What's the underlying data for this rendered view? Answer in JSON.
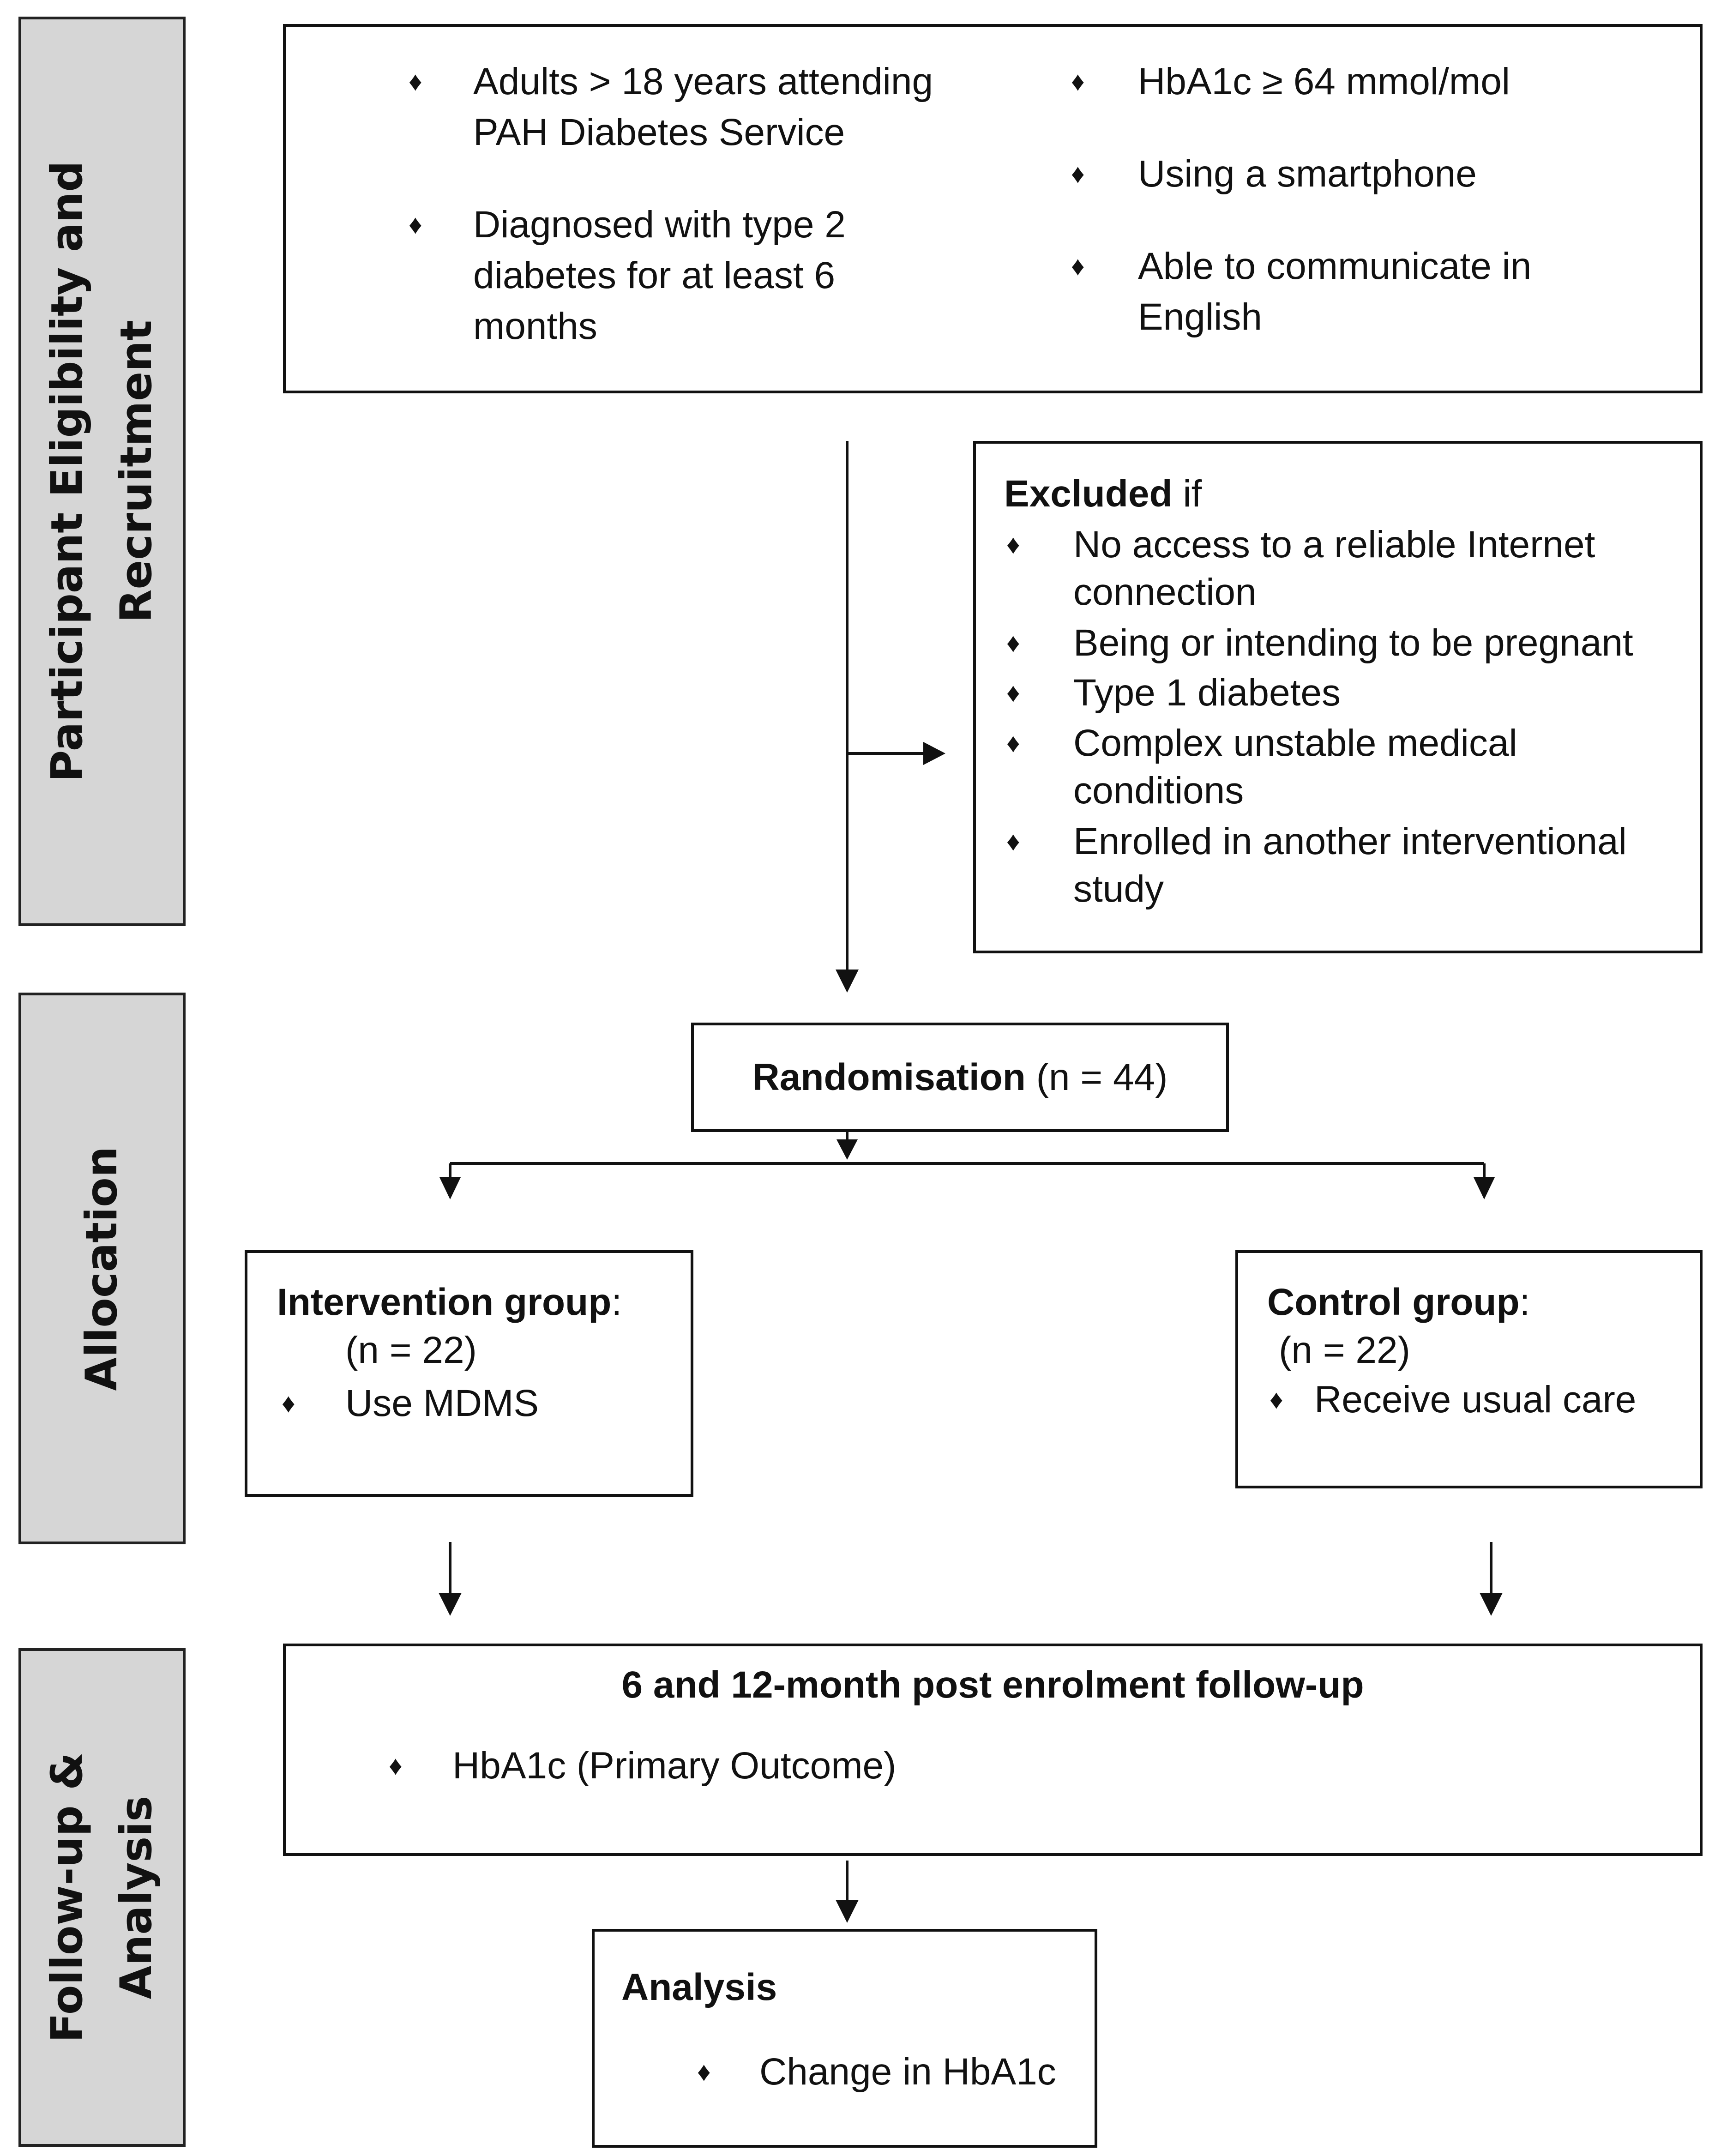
{
  "sidebar": {
    "recruitment": {
      "line1": "Participant Eligibility and",
      "line2": "Recruitment"
    },
    "allocation": {
      "line1": "Allocation"
    },
    "followup": {
      "line1": "Follow-up &",
      "line2": "Analysis"
    }
  },
  "eligibility": {
    "bullet": "♦",
    "item1": {
      "line1": "Adults > 18 years attending",
      "line2": "PAH Diabetes Service"
    },
    "item2": {
      "line1": "Diagnosed with type 2",
      "line2": "diabetes for at least 6",
      "line3": "months"
    },
    "item3": {
      "line1": "HbA1c ≥ 64 mmol/mol"
    },
    "item4": {
      "line1": "Using a smartphone"
    },
    "item5": {
      "line1": "Able to communicate in",
      "line2": "English"
    }
  },
  "exclusion": {
    "title_bold": "Excluded",
    "title_rest": " if",
    "item1": {
      "line1": "No access to a reliable Internet",
      "line2": "connection"
    },
    "item2": {
      "line1": "Being or intending to be pregnant"
    },
    "item3": {
      "line1": "Type 1 diabetes"
    },
    "item4": {
      "line1": "Complex unstable medical",
      "line2": "conditions"
    },
    "item5": {
      "line1": "Enrolled in another interventional",
      "line2": "study"
    }
  },
  "randomisation": {
    "bold": "Randomisation",
    "rest": " (n = 44)"
  },
  "intervention": {
    "bold": "Intervention group",
    "rest": ":",
    "n": "(n = 22)",
    "item": "Use MDMS"
  },
  "control": {
    "bold": "Control group",
    "rest": ":",
    "n": "(n = 22)",
    "item": "Receive usual care"
  },
  "followup": {
    "title": "6 and 12-month post enrolment follow-up",
    "item": "HbA1c (Primary Outcome)"
  },
  "analysis": {
    "title": "Analysis",
    "item": "Change in HbA1c"
  }
}
